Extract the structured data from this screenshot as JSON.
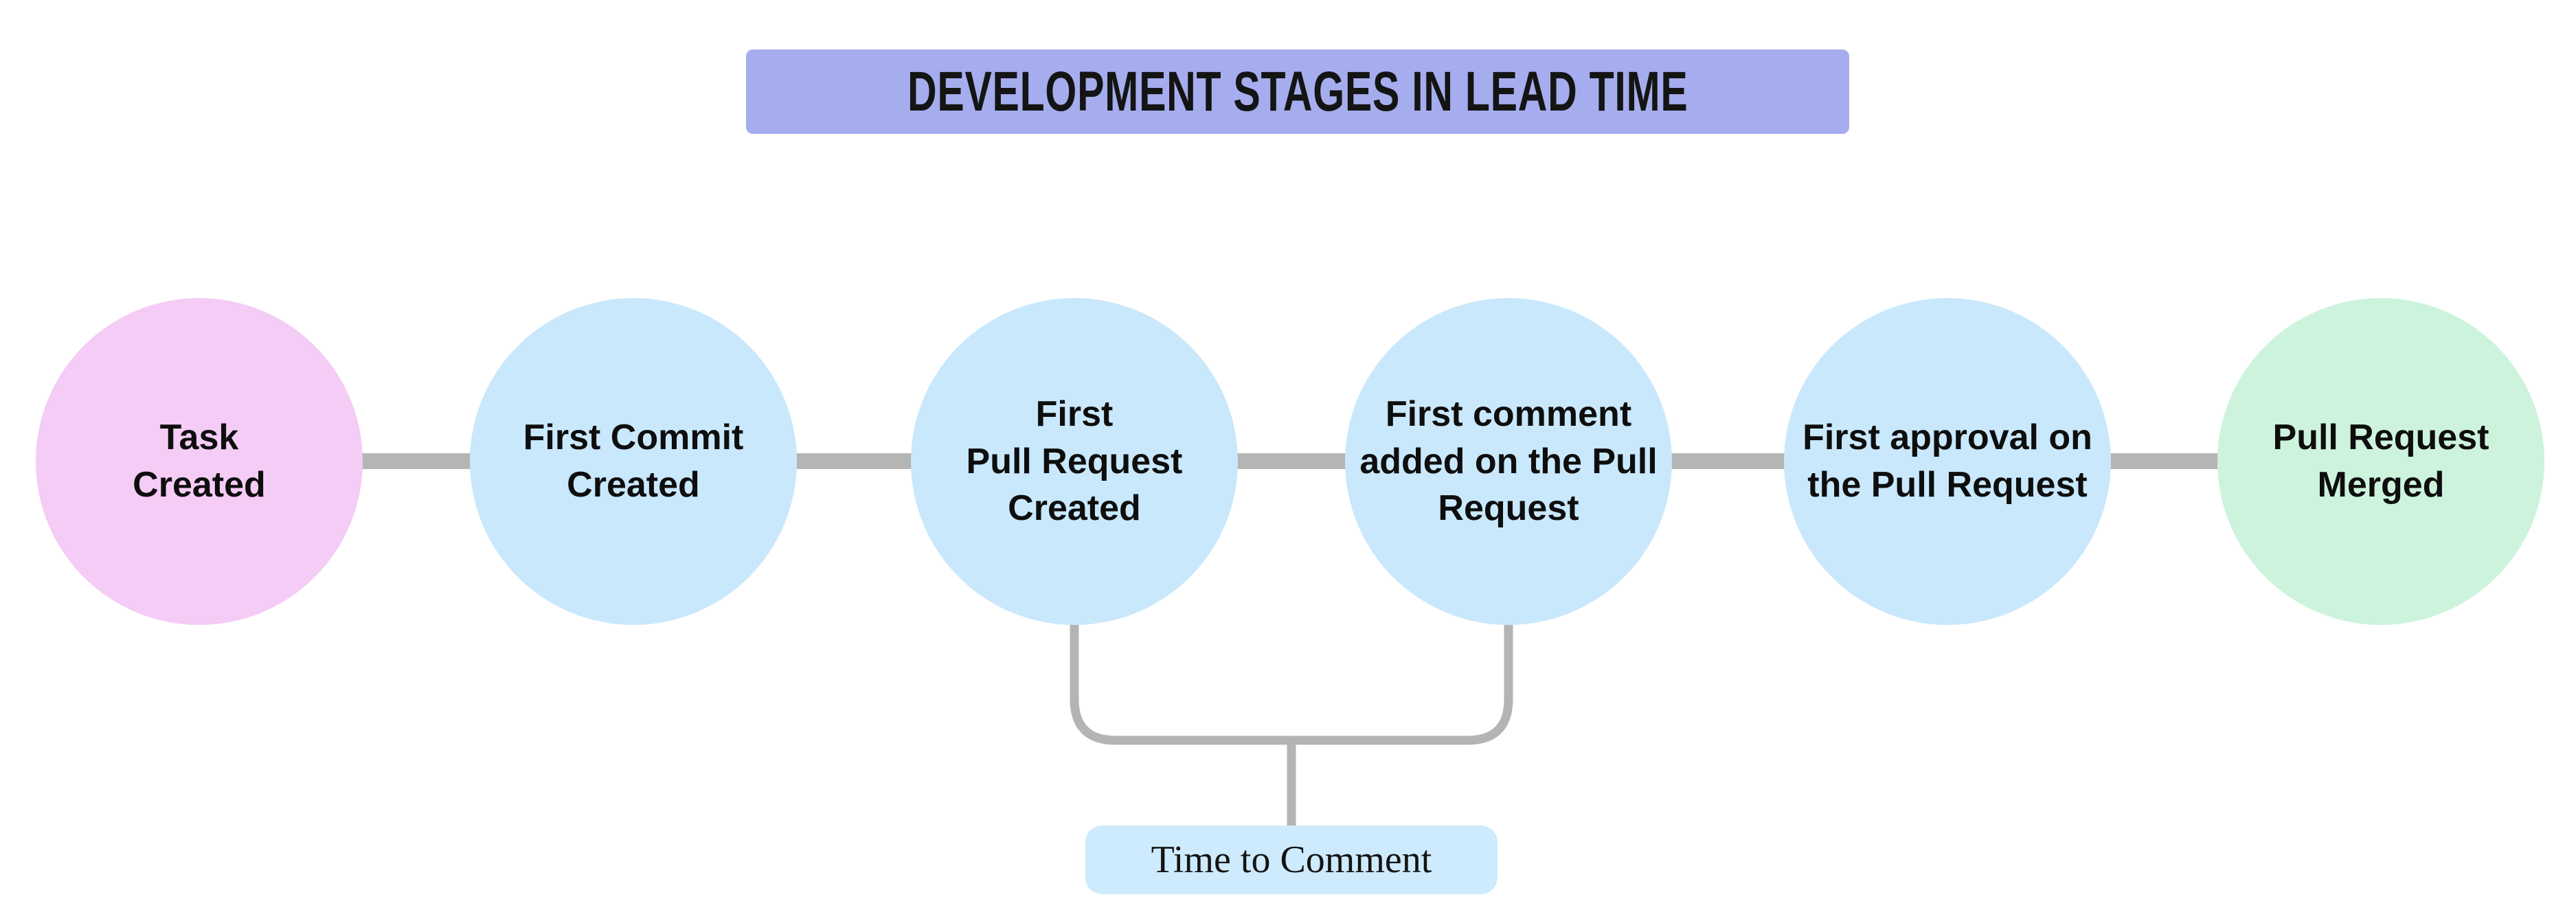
{
  "title": {
    "text": "DEVELOPMENT STAGES IN LEAD TIME",
    "bg_color": "#a6adee"
  },
  "stages": [
    {
      "label": "Task\nCreated",
      "color": "#f4ccf5"
    },
    {
      "label": "First Commit\nCreated",
      "color": "#c9e8fb"
    },
    {
      "label": "First\nPull Request\nCreated",
      "color": "#c9e8fb"
    },
    {
      "label": "First comment\nadded on the Pull\nRequest",
      "color": "#c9e8fb"
    },
    {
      "label": "First approval on\nthe Pull Request",
      "color": "#c9e8fb"
    },
    {
      "label": "Pull Request\nMerged",
      "color": "#cdf3dc"
    }
  ],
  "annotation": {
    "label": "Time to Comment",
    "bg_color": "#cdebfc"
  },
  "connector_color": "#b5b5b5",
  "bracket_color": "#b4b4b4"
}
